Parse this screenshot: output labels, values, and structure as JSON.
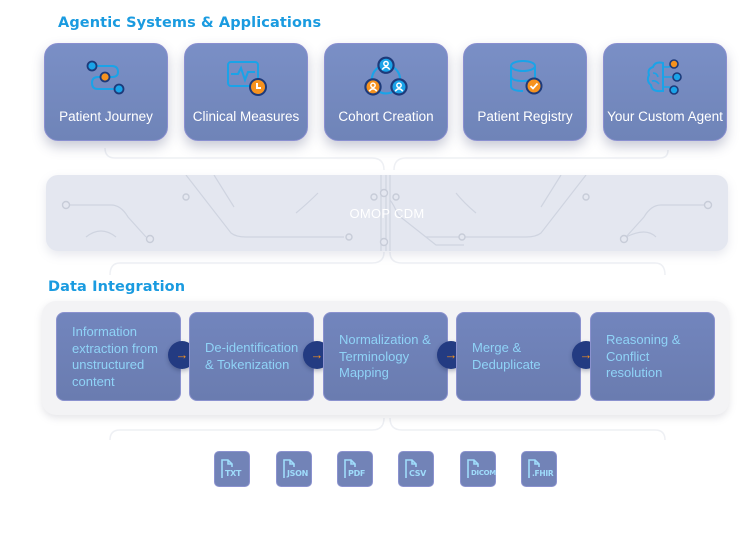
{
  "sections": {
    "agentic_title": "Agentic Systems & Applications",
    "data_integration_title": "Data Integration"
  },
  "agents": [
    {
      "label": "Patient Journey",
      "icon": "journey-path-icon"
    },
    {
      "label": "Clinical Measures",
      "icon": "monitor-clock-icon"
    },
    {
      "label": "Cohort Creation",
      "icon": "user-group-cycle-icon"
    },
    {
      "label": "Patient Registry",
      "icon": "database-check-icon"
    },
    {
      "label": "Your Custom Agent",
      "icon": "brain-network-icon"
    }
  ],
  "omop": {
    "label": "OMOP CDM"
  },
  "pipeline_steps": [
    {
      "label": "Information extraction from unstructured content"
    },
    {
      "label": "De-identification & Tokenization"
    },
    {
      "label": "Normalization & Terminology Mapping"
    },
    {
      "label": "Merge & Deduplicate"
    },
    {
      "label": "Reasoning & Conflict resolution"
    }
  ],
  "pipeline_arrow": "→",
  "file_types": [
    "TXT",
    "JSON",
    "PDF",
    "CSV",
    "DICOM",
    ".FHIR"
  ],
  "colors": {
    "title_blue": "#1a9be0",
    "card_fill": "#7385bb",
    "accent_orange": "#f6921e",
    "icon_blue": "#1aa3e8",
    "arrow_circle": "#233b82"
  }
}
